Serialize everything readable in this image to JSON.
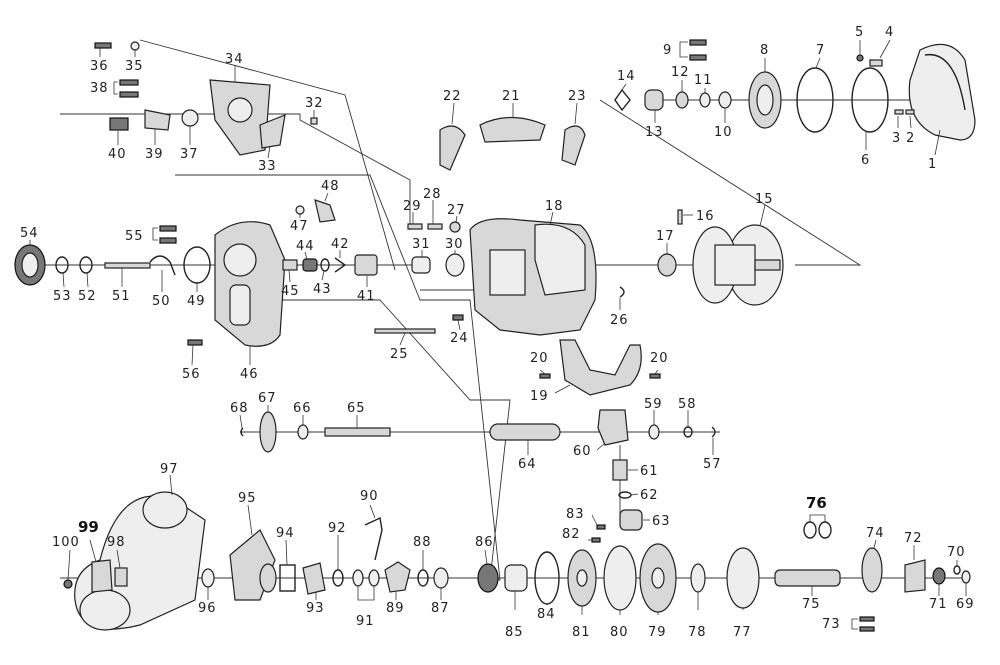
{
  "labels": {
    "p1": "1",
    "p2": "2",
    "p3": "3",
    "p4": "4",
    "p5": "5",
    "p6": "6",
    "p7": "7",
    "p8": "8",
    "p9": "9",
    "p10": "10",
    "p11": "11",
    "p12": "12",
    "p13": "13",
    "p14": "14",
    "p15": "15",
    "p16": "16",
    "p17": "17",
    "p18": "18",
    "p19": "19",
    "p20a": "20",
    "p20b": "20",
    "p21": "21",
    "p22": "22",
    "p23": "23",
    "p24": "24",
    "p25": "25",
    "p26": "26",
    "p27": "27",
    "p28": "28",
    "p29": "29",
    "p30": "30",
    "p31": "31",
    "p32": "32",
    "p33": "33",
    "p34": "34",
    "p35": "35",
    "p36": "36",
    "p37": "37",
    "p38": "38",
    "p39": "39",
    "p40": "40",
    "p41": "41",
    "p42": "42",
    "p43": "43",
    "p44": "44",
    "p45": "45",
    "p46": "46",
    "p47": "47",
    "p48": "48",
    "p49": "49",
    "p50": "50",
    "p51": "51",
    "p52": "52",
    "p53": "53",
    "p54": "54",
    "p55": "55",
    "p56": "56",
    "p57": "57",
    "p58": "58",
    "p59": "59",
    "p60": "60",
    "p61": "61",
    "p62": "62",
    "p63": "63",
    "p64": "64",
    "p65": "65",
    "p66": "66",
    "p67": "67",
    "p68": "68",
    "p69": "69",
    "p70": "70",
    "p71": "71",
    "p72": "72",
    "p73": "73",
    "p74": "74",
    "p75": "75",
    "p76": "76",
    "p77": "77",
    "p78": "78",
    "p79": "79",
    "p80": "80",
    "p81": "81",
    "p82": "82",
    "p83": "83",
    "p84": "84",
    "p85": "85",
    "p86": "86",
    "p87": "87",
    "p88": "88",
    "p89": "89",
    "p90": "90",
    "p91": "91",
    "p92": "92",
    "p93": "93",
    "p94": "94",
    "p95": "95",
    "p96": "96",
    "p97": "97",
    "p98": "98",
    "p99": "99",
    "p100": "100"
  },
  "colors": {
    "line": "#222222",
    "part_fill": "#d8d8d8",
    "background": "#ffffff"
  }
}
